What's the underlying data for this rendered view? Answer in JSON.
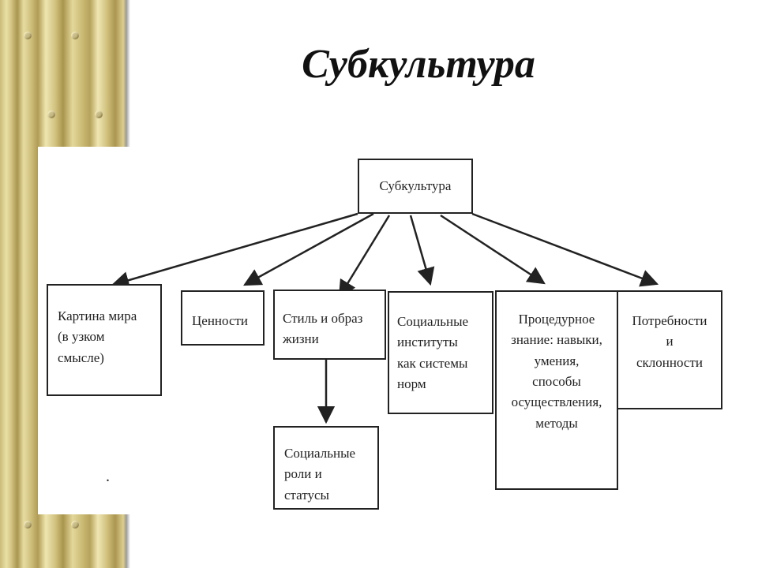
{
  "title": "Субкультура",
  "diagram": {
    "root": {
      "label": "Субкультура"
    },
    "children": [
      {
        "id": "worldview",
        "label": "Картина мира\n(в узком\nсмысле)"
      },
      {
        "id": "values",
        "label": "Ценности"
      },
      {
        "id": "lifestyle",
        "label": "Стиль и образ\nжизни"
      },
      {
        "id": "institutions",
        "label": "Социальные\nинституты\nкак системы\nнорм"
      },
      {
        "id": "procedural",
        "label": "Процедурное\nзнание: навыки,\nумения,\nспособы\nосуществления,\nметоды"
      },
      {
        "id": "needs",
        "label": "Потребности\nи\nсклонности"
      }
    ],
    "sub_children": [
      {
        "id": "roles",
        "parent": "lifestyle",
        "label": "Социальные\nроли и\nстатусы"
      }
    ],
    "stray_mark": "."
  }
}
